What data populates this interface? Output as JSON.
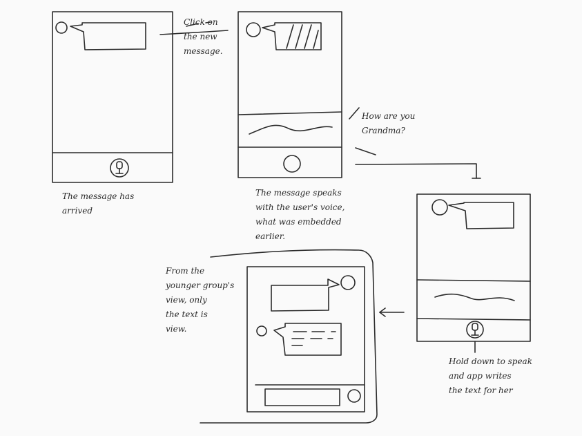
{
  "notes": {
    "arrow_label": "Click on\nthe new\nmessage.",
    "caption_1": "The message has\narrived",
    "caption_2": "The message speaks\nwith the user's voice,\nwhat was embedded\nearlier.",
    "speech": "How are you\nGrandma?",
    "caption_3": "Hold down to speak\nand app writes\nthe text for her",
    "caption_4": "From the\nyounger group's\nview, only\nthe text is\nview."
  },
  "colors": {
    "ink": "#2b2b2b",
    "paper": "#fafafa"
  },
  "icons": {
    "microphone": "microphone-icon"
  }
}
